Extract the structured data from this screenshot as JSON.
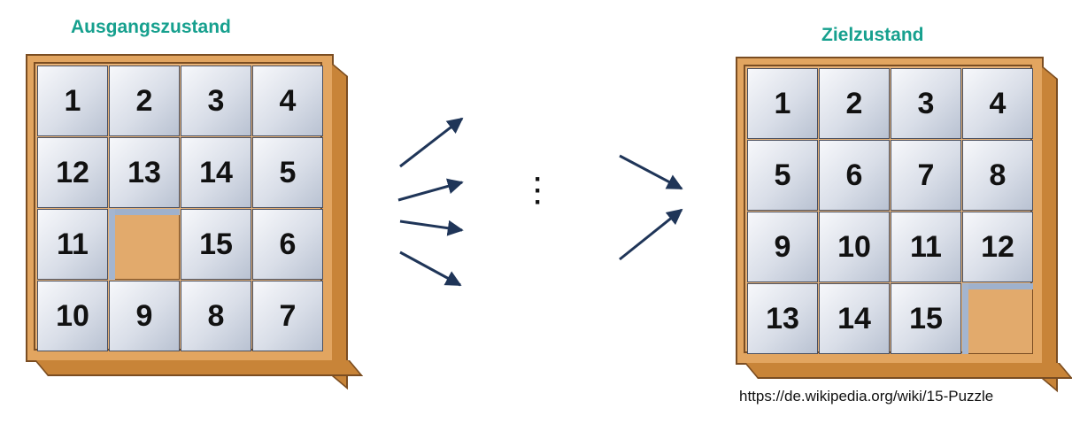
{
  "captions": {
    "start": "Ausgangszustand",
    "goal": "Zielzustand"
  },
  "start_state": [
    [
      "1",
      "2",
      "3",
      "4"
    ],
    [
      "12",
      "13",
      "14",
      "5"
    ],
    [
      "11",
      "",
      "15",
      "6"
    ],
    [
      "10",
      "9",
      "8",
      "7"
    ]
  ],
  "goal_state": [
    [
      "1",
      "2",
      "3",
      "4"
    ],
    [
      "5",
      "6",
      "7",
      "8"
    ],
    [
      "9",
      "10",
      "11",
      "12"
    ],
    [
      "13",
      "14",
      "15",
      ""
    ]
  ],
  "ellipsis": "⋮",
  "source": "https://de.wikipedia.org/wiki/15-Puzzle",
  "colors": {
    "caption": "#16a08e",
    "board": "#e2a560",
    "arrow": "#1f3558"
  }
}
